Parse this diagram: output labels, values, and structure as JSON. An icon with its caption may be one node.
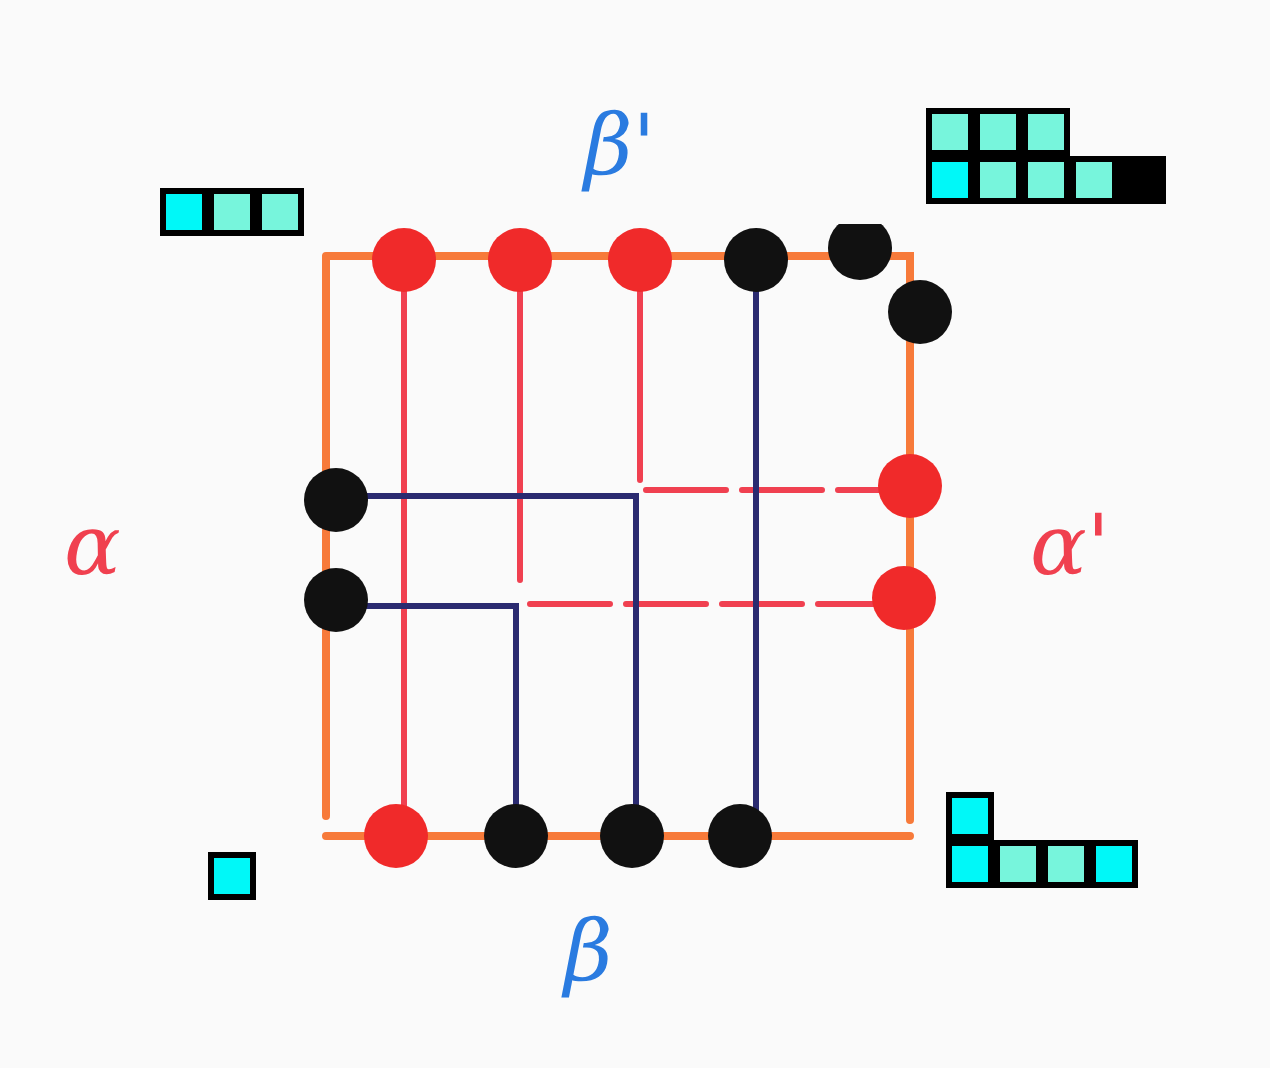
{
  "diagram": {
    "labels": [
      "β'",
      "α",
      "α'",
      "β"
    ]
  }
}
